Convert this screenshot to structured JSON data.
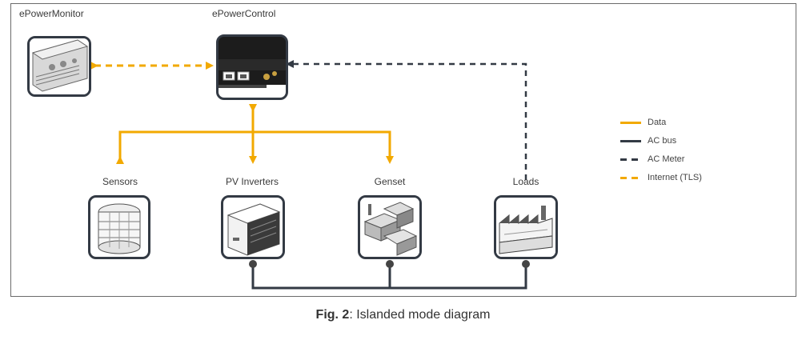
{
  "nodes": {
    "monitor": {
      "label": "ePowerMonitor",
      "icon": "monitor-device-icon"
    },
    "control": {
      "label": "ePowerControl",
      "icon": "controller-device-icon"
    },
    "sensors": {
      "label": "Sensors",
      "icon": "sensor-icon"
    },
    "pv": {
      "label": "PV Inverters",
      "icon": "inverter-icon"
    },
    "genset": {
      "label": "Genset",
      "icon": "genset-icon"
    },
    "loads": {
      "label": "Loads",
      "icon": "factory-icon"
    }
  },
  "legend": [
    {
      "label": "Data",
      "color": "#f2a900",
      "style": "solid"
    },
    {
      "label": "AC bus",
      "color": "#333a44",
      "style": "solid"
    },
    {
      "label": "AC Meter",
      "color": "#333a44",
      "style": "dashed"
    },
    {
      "label": "Internet (TLS)",
      "color": "#f2a900",
      "style": "dashed"
    }
  ],
  "caption": {
    "prefix": "Fig. 2",
    "text": ": Islanded mode diagram"
  },
  "colors": {
    "data": "#f2a900",
    "bus": "#333a44"
  }
}
